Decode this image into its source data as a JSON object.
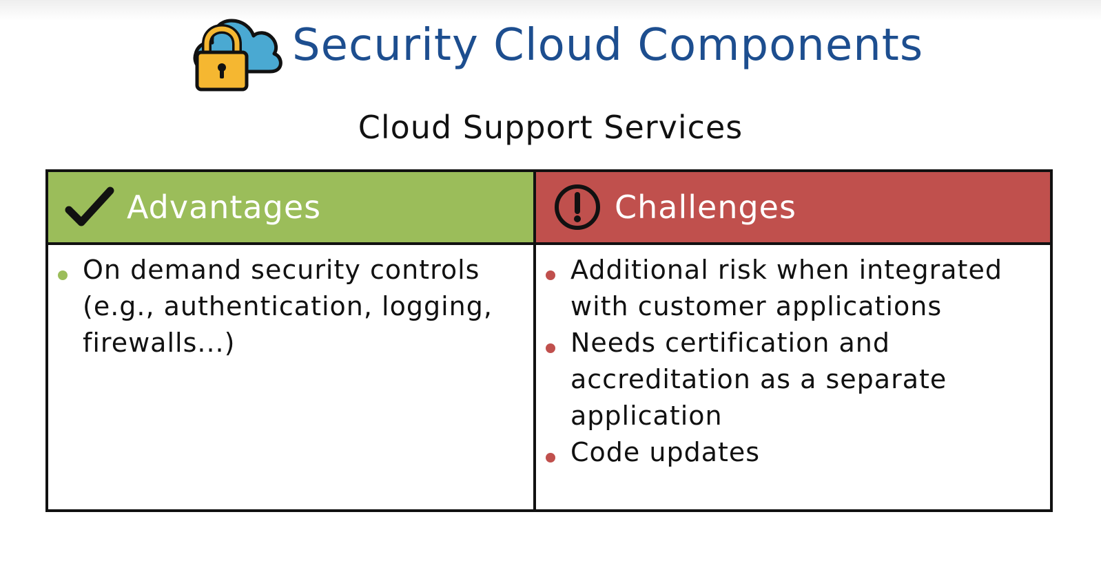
{
  "header": {
    "title": "Security Cloud Components",
    "subtitle": "Cloud Support Services",
    "logo_icon": "cloud-lock-icon"
  },
  "colors": {
    "title": "#1d4e8f",
    "advantages_header": "#9bbd5a",
    "challenges_header": "#c0504d",
    "cloud": "#4aa9d2",
    "lock": "#f5b731"
  },
  "advantages": {
    "label": "Advantages",
    "icon": "checkmark-icon",
    "items": [
      "On demand security controls (e.g., authentication, logging, firewalls...)"
    ]
  },
  "challenges": {
    "label": "Challenges",
    "icon": "exclamation-circle-icon",
    "items": [
      "Additional risk when integrated with customer applications",
      "Needs certification and accreditation as a separate application",
      "Code updates"
    ]
  }
}
